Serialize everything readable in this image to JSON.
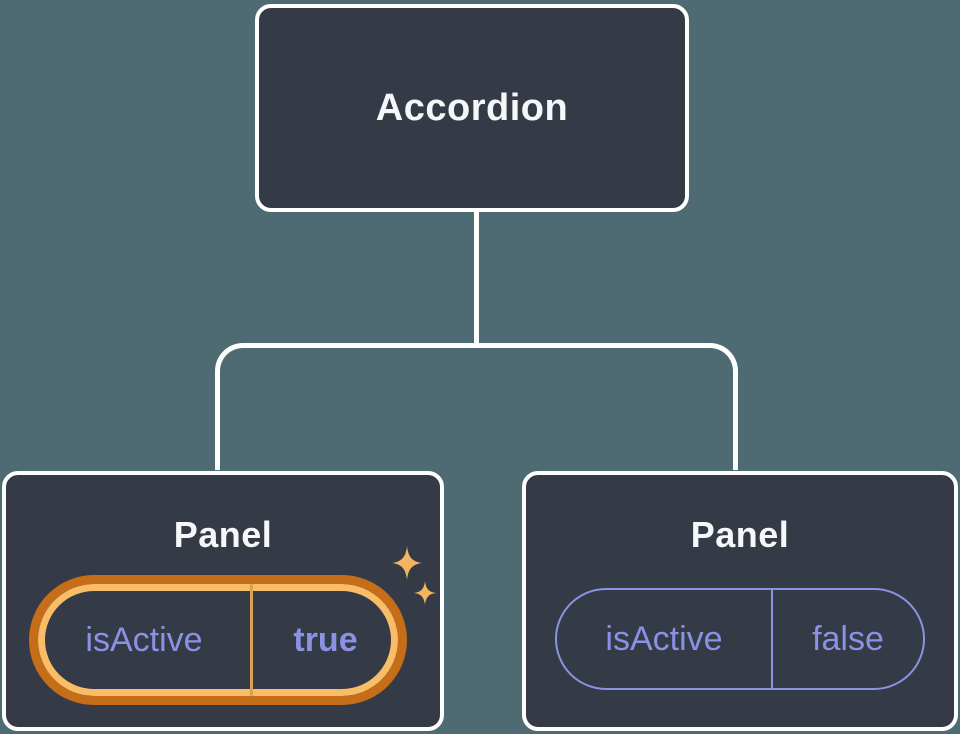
{
  "diagram": {
    "root_node": {
      "label": "Accordion"
    },
    "panels": [
      {
        "title": "Panel",
        "prop": {
          "name": "isActive",
          "value": "true"
        },
        "highlighted": true,
        "badge_icon": "sparkle-icon"
      },
      {
        "title": "Panel",
        "prop": {
          "name": "isActive",
          "value": "false"
        },
        "highlighted": false
      }
    ]
  },
  "colors": {
    "bg": "#4e6a72",
    "node_fill": "#343a46",
    "line": "#ffffff",
    "purple": "#8b92e6",
    "gold": "#f9bd68",
    "dark_orange": "#c56d18",
    "divider_gold": "#d9a355",
    "sparkle": "#f5b462",
    "text_white": "#f6f7f9"
  }
}
